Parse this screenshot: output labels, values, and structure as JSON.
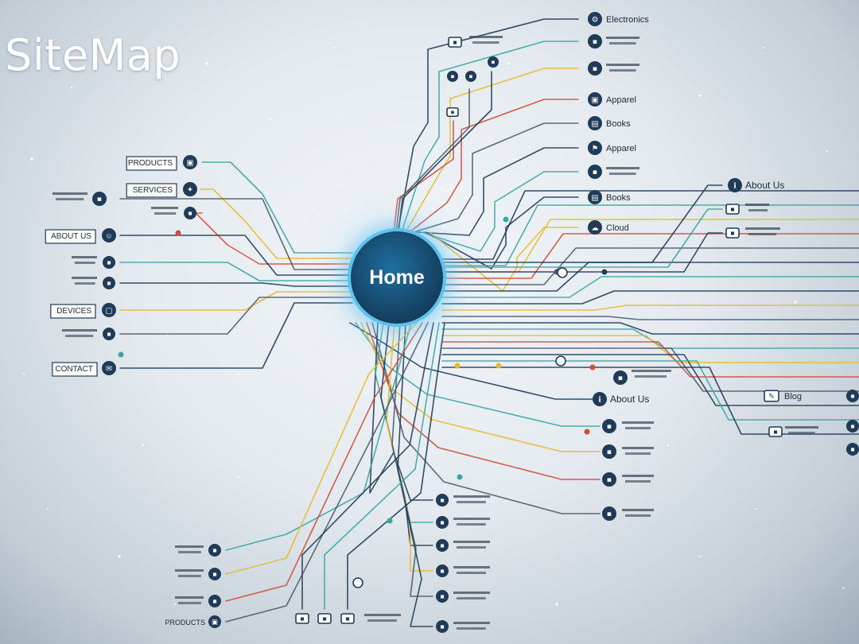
{
  "title": "SiteMap",
  "hub": {
    "label": "Home"
  },
  "colors": {
    "dark": "#1f3b58",
    "teal": "#3aa6a3",
    "yellow": "#e7b92f",
    "red": "#d24c3b",
    "gray": "#4c5b69",
    "glow": "#5ec2ef"
  },
  "nodes": [
    {
      "label": "Electronics",
      "icon": "electronics-icon"
    },
    {
      "label": "Apparel",
      "icon": "apparel-icon"
    },
    {
      "label": "Books",
      "icon": "book-icon"
    },
    {
      "label": "Apparel",
      "icon": "shirt-icon"
    },
    {
      "label": "Books",
      "icon": "book-icon"
    },
    {
      "label": "Cloud",
      "icon": "cloud-icon"
    },
    {
      "label": "About Us",
      "icon": "info-icon"
    },
    {
      "label": "PRODUCTS",
      "icon": "product-icon"
    },
    {
      "label": "SERVICES",
      "icon": "services-icon"
    },
    {
      "label": "ABOUT US",
      "icon": "people-icon"
    },
    {
      "label": "DEVICES",
      "icon": "device-icon"
    },
    {
      "label": "CONTACT",
      "icon": "contact-icon"
    },
    {
      "label": "About Us",
      "icon": "info-icon"
    },
    {
      "label": "Blog",
      "icon": "blog-icon"
    },
    {
      "label": "PRODUCTS",
      "icon": "product-icon"
    }
  ]
}
